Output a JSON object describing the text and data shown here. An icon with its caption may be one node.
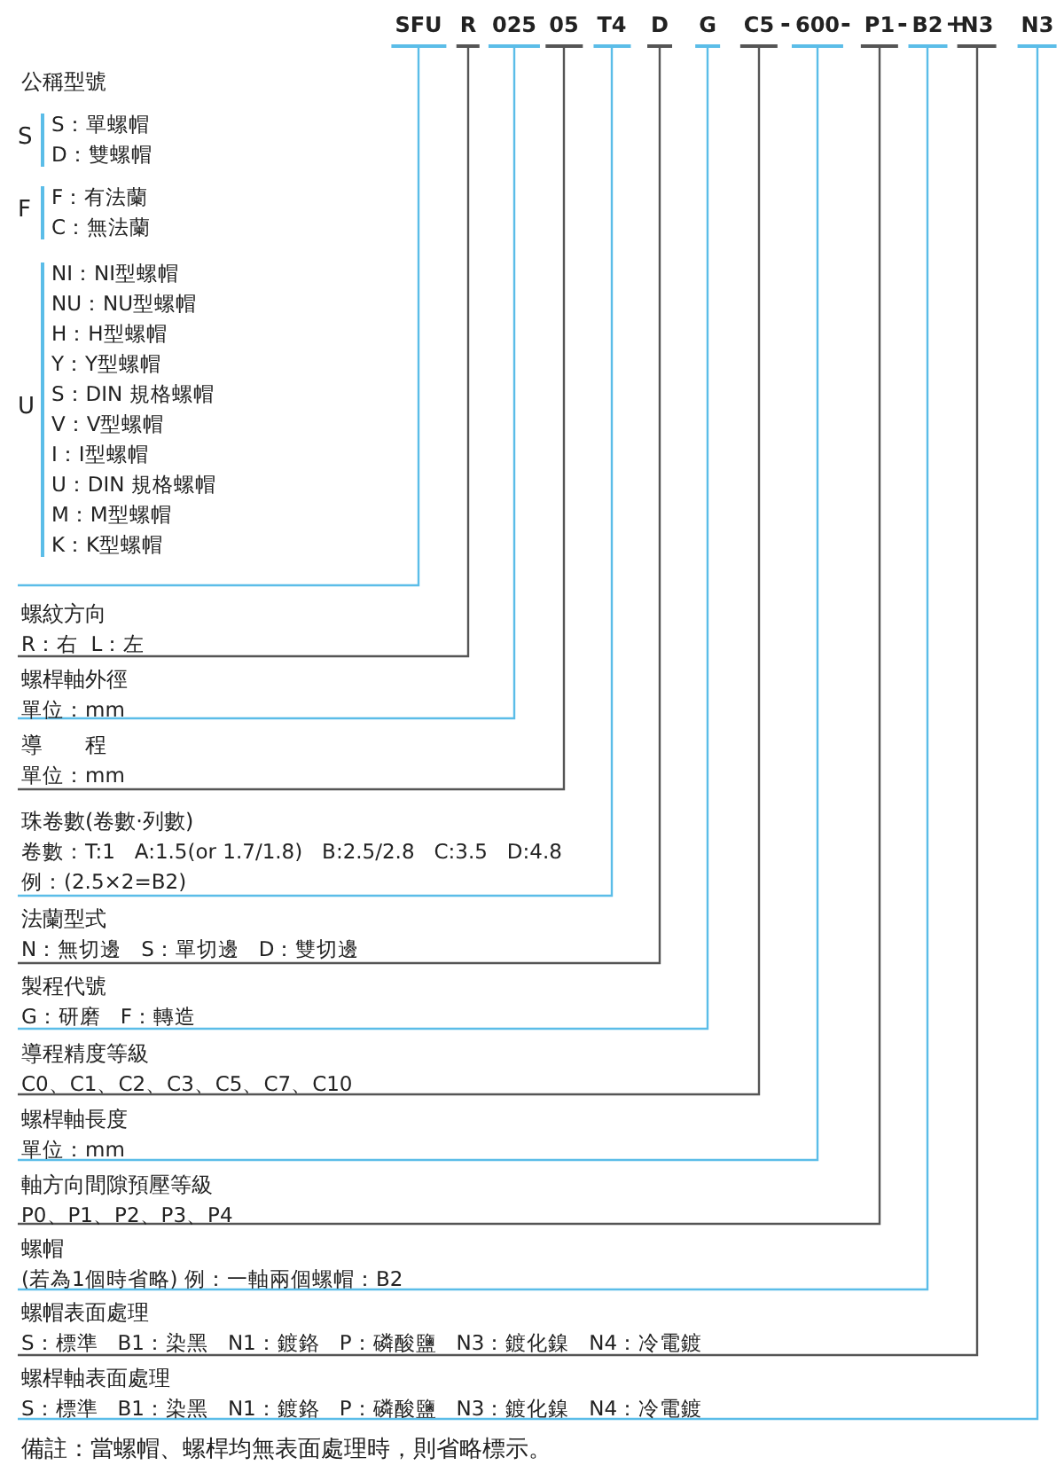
{
  "diagram": {
    "nodes": [
      {
        "text": [
          "SFU"
        ]
      },
      {
        "text": [
          "R"
        ]
      },
      {
        "text": [
          "025"
        ]
      },
      {
        "text": [
          "05"
        ]
      },
      {
        "text": [
          "T4"
        ]
      },
      {
        "text": [
          "D"
        ]
      },
      {
        "text": [
          "G"
        ]
      },
      {
        "text": [
          "C5"
        ]
      },
      {
        "text": [
          "600"
        ]
      },
      {
        "text": [
          "P1"
        ]
      },
      {
        "text": [
          "B2"
        ]
      },
      {
        "text": [
          "N3"
        ]
      },
      {
        "text": [
          "N3"
        ]
      },
      {
        "text": [
          "公稱型號"
        ]
      },
      {
        "text": [
          "S",
          "S：單螺帽",
          "D：雙螺帽"
        ],
        "in": 13
      },
      {
        "text": [
          "F",
          "F：有法蘭",
          "C：無法蘭"
        ],
        "in": 13
      },
      {
        "text": [
          "U",
          "NI：NI型螺帽",
          "NU：NU型螺帽",
          "H：H型螺帽",
          "Y：Y型螺帽",
          "S：DIN 規格螺帽",
          "V：V型螺帽",
          "I：I型螺帽",
          "U：DIN 規格螺帽",
          "M：M型螺帽",
          "K：K型螺帽"
        ],
        "in": 13
      },
      {
        "text": [
          "螺紋方向",
          "R：右  L：左"
        ]
      },
      {
        "text": [
          "螺桿軸外徑",
          "單位：mm"
        ]
      },
      {
        "text": [
          "導　　程",
          "單位：mm"
        ]
      },
      {
        "text": [
          "珠卷數(卷數·列數)",
          "卷數：T:1   A:1.5(or 1.7/1.8)   B:2.5/2.8   C:3.5   D:4.8",
          "例：(2.5×2=B2)"
        ]
      },
      {
        "text": [
          "法蘭型式",
          "N：無切邊   S：單切邊   D：雙切邊"
        ]
      },
      {
        "text": [
          "製程代號",
          "G：研磨   F：轉造"
        ]
      },
      {
        "text": [
          "導程精度等級",
          "C0、C1、C2、C3、C5、C7、C10"
        ]
      },
      {
        "text": [
          "螺桿軸長度",
          "單位：mm"
        ]
      },
      {
        "text": [
          "軸方向間隙預壓等級",
          "P0、P1、P2、P3、P4"
        ]
      },
      {
        "text": [
          "螺帽",
          "(若為1個時省略) 例：一軸兩個螺帽：B2"
        ]
      },
      {
        "text": [
          "螺帽表面處理",
          "S：標準   B1：染黑   N1：鍍鉻   P：磷酸鹽   N3：鍍化鎳   N4：冷電鍍"
        ]
      },
      {
        "text": [
          "螺桿軸表面處理",
          "S：標準   B1：染黑   N1：鍍鉻   P：磷酸鹽   N3：鍍化鎳   N4：冷電鍍"
        ]
      }
    ],
    "edges": [
      {
        "from": 0,
        "to": 13,
        "arrow": "none"
      },
      {
        "from": 1,
        "to": 17,
        "arrow": "none",
        "color": "#555555"
      },
      {
        "from": 2,
        "to": 18,
        "arrow": "none"
      },
      {
        "from": 3,
        "to": 19,
        "arrow": "none",
        "color": "#555555"
      },
      {
        "from": 4,
        "to": 20,
        "arrow": "none"
      },
      {
        "from": 5,
        "to": 21,
        "arrow": "none",
        "color": "#555555"
      },
      {
        "from": 6,
        "to": 22,
        "arrow": "none"
      },
      {
        "from": 7,
        "to": 23,
        "arrow": "none",
        "color": "#555555"
      },
      {
        "from": 8,
        "to": 24,
        "arrow": "none"
      },
      {
        "from": 9,
        "to": 25,
        "arrow": "none",
        "color": "#555555"
      },
      {
        "from": 10,
        "to": 26,
        "arrow": "none"
      },
      {
        "from": 11,
        "to": 27,
        "arrow": "none",
        "color": "#555555"
      },
      {
        "from": 12,
        "to": 28,
        "arrow": "none"
      }
    ],
    "labels": [
      "-",
      "-",
      "-",
      "+",
      "備註：當螺帽、螺桿均無表面處理時，則省略標示。"
    ]
  }
}
